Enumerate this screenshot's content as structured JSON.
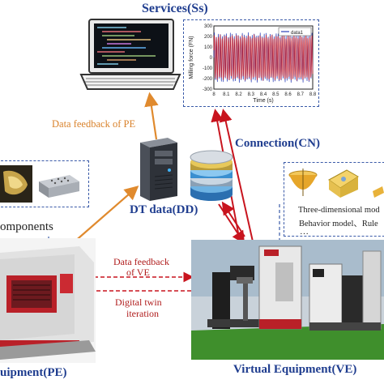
{
  "labels": {
    "services": "Services(Ss)",
    "connection": "Connection(CN)",
    "dt_data": "DT data(DD)",
    "data_feedback_pe": "Data feedback of PE",
    "data_feedback_ve_1": "Data feedback",
    "data_feedback_ve_2": "of VE",
    "digital_twin_1": "Digital twin",
    "digital_twin_2": "iteration",
    "components": "omponents",
    "physical_equipment": "uipment(PE)",
    "virtual_equipment": "Virtual Equipment(VE)",
    "three_dim_model": "Three-dimensional mod",
    "behavior_model": "Behavior model、Rule",
    "ellipsis": "…"
  },
  "chart_data": {
    "type": "line",
    "series": [
      {
        "name": "data1"
      }
    ],
    "ylabel": "Milling force (FN)",
    "xlabel": "Time (s)",
    "xlim": [
      8,
      8.8
    ],
    "ylim": [
      -300,
      300
    ],
    "xticks": [
      "8",
      "8.1",
      "8.2",
      "8.3",
      "8.4",
      "8.5",
      "8.6",
      "8.7",
      "8.8"
    ],
    "yticks": [
      "300",
      "200",
      "100",
      "0",
      "-100",
      "-200",
      "-300"
    ],
    "legend": "top-right"
  },
  "colors": {
    "blue_title": "#1f3d8f",
    "red_label": "#b01d1d",
    "orange_arrow": "#e08a2e",
    "red_arrow": "#c8141e",
    "dash_box": "#3a5aa8"
  }
}
